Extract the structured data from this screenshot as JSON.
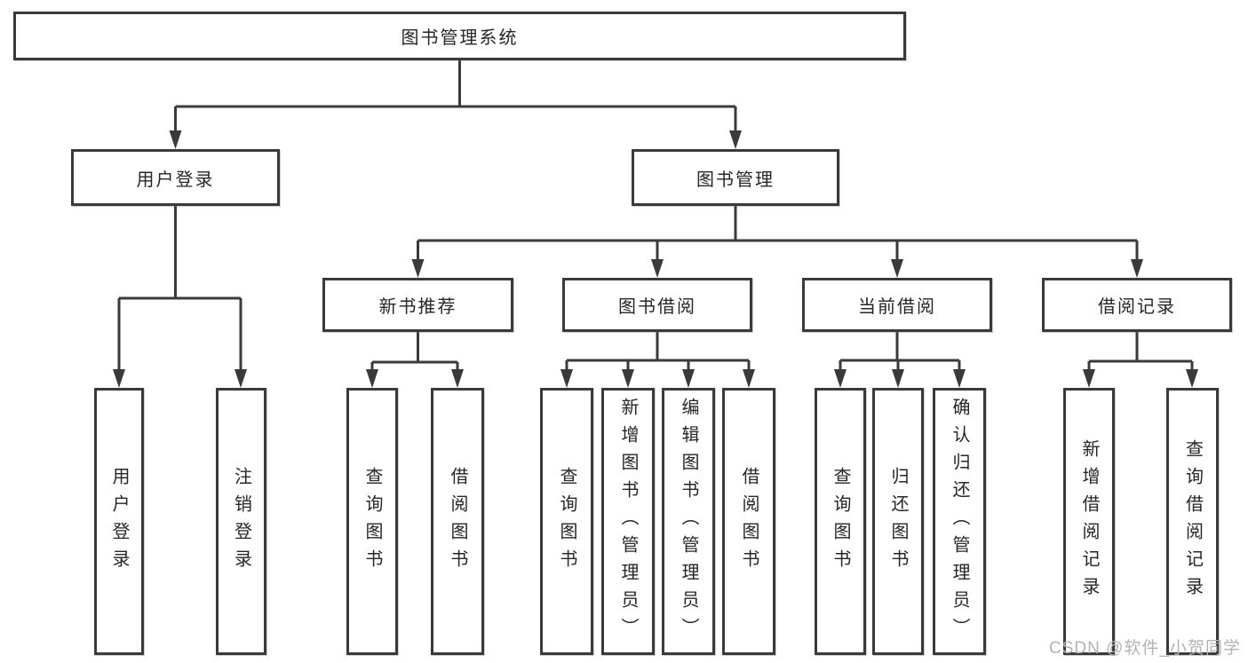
{
  "diagram": {
    "root": {
      "label": "图书管理系统",
      "children": [
        {
          "label": "用户登录",
          "children": [
            {
              "label": "用户登录"
            },
            {
              "label": "注销登录"
            }
          ]
        },
        {
          "label": "图书管理",
          "children": [
            {
              "label": "新书推荐",
              "children": [
                {
                  "label": "查询图书"
                },
                {
                  "label": "借阅图书"
                }
              ]
            },
            {
              "label": "图书借阅",
              "children": [
                {
                  "label": "查询图书"
                },
                {
                  "label": "新增图书（管理员）"
                },
                {
                  "label": "编辑图书（管理员）"
                },
                {
                  "label": "借阅图书"
                }
              ]
            },
            {
              "label": "当前借阅",
              "children": [
                {
                  "label": "查询图书"
                },
                {
                  "label": "归还图书"
                },
                {
                  "label": "确认归还（管理员）"
                }
              ]
            },
            {
              "label": "借阅记录",
              "children": [
                {
                  "label": "新增借阅记录"
                },
                {
                  "label": "查询借阅记录"
                }
              ]
            }
          ]
        }
      ]
    },
    "line_color": "#3a3a3a"
  },
  "watermark": {
    "text": "CSDN @软件_小贺同学"
  }
}
